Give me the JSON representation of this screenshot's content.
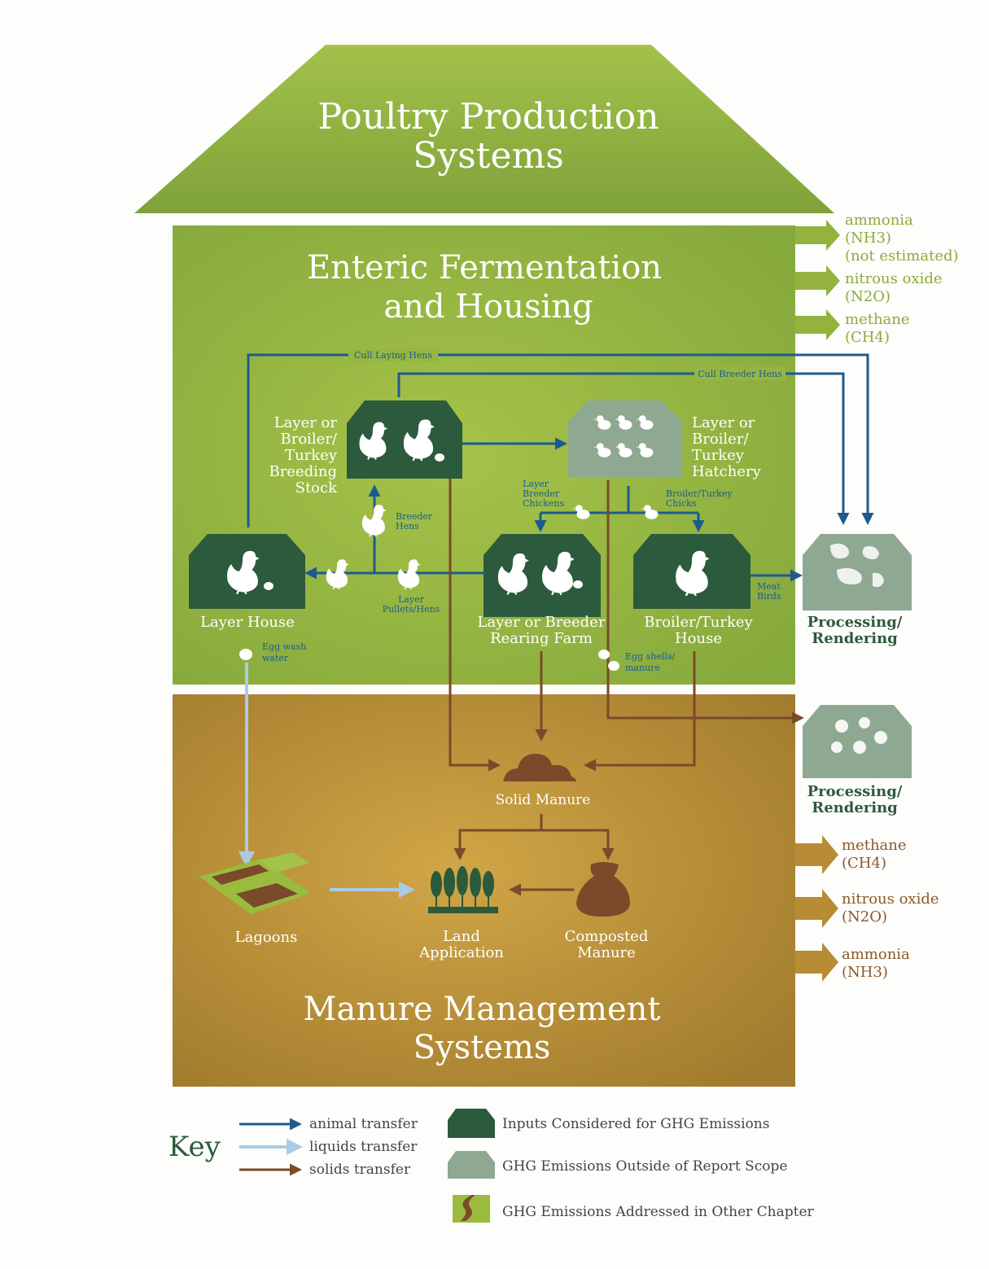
{
  "roof": {
    "title_line1": "Poultry Production",
    "title_line2": "Systems"
  },
  "housing": {
    "title_line1": "Enteric Fermentation",
    "title_line2": "and Housing"
  },
  "manure": {
    "title_line1": "Manure Management",
    "title_line2": "Systems"
  },
  "emissions_top": {
    "ammonia": "ammonia",
    "ammonia_formula": "(NH3)",
    "ammonia_note": "(not estimated)",
    "nitrous": "nitrous oxide",
    "nitrous_formula": "(N2O)",
    "methane": "methane",
    "methane_formula": "(CH4)"
  },
  "emissions_bottom": {
    "methane": "methane",
    "methane_formula": "(CH4)",
    "nitrous": "nitrous oxide",
    "nitrous_formula": "(N2O)",
    "ammonia": "ammonia",
    "ammonia_formula": "(NH3)"
  },
  "nodes": {
    "breeding_stock": [
      "Layer or",
      "Broiler/",
      "Turkey",
      "Breeding",
      "Stock"
    ],
    "hatchery": [
      "Layer or",
      "Broiler/",
      "Turkey",
      "Hatchery"
    ],
    "layer_house": "Layer House",
    "rearing_farm": [
      "Layer or Breeder",
      "Rearing Farm"
    ],
    "broiler_house": [
      "Broiler/Turkey",
      "House"
    ],
    "processing_top": [
      "Processing/",
      "Rendering"
    ],
    "processing_bottom": [
      "Processing/",
      "Rendering"
    ],
    "solid_manure": "Solid Manure",
    "lagoons": "Lagoons",
    "land_application": [
      "Land",
      "Application"
    ],
    "composted_manure": [
      "Composted",
      "Manure"
    ]
  },
  "flows": {
    "cull_laying_hens": "Cull Laying Hens",
    "cull_breeder_hens": "Cull Breeder Hens",
    "breeder_hens": [
      "Breeder",
      "Hens"
    ],
    "layer_breeder_chickens": [
      "Layer",
      "Breeder",
      "Chickens"
    ],
    "broiler_turkey_chicks": [
      "Broiler/Turkey",
      "Chicks"
    ],
    "layer_pullets_hens": [
      "Layer",
      "Pullets/Hens"
    ],
    "meat_birds": [
      "Meat",
      "Birds"
    ],
    "egg_wash_water": [
      "Egg wash",
      "water"
    ],
    "egg_shells_manure": [
      "Egg shells/",
      "manure"
    ]
  },
  "key": {
    "title": "Key",
    "animal": "animal transfer",
    "liquids": "liquids transfer",
    "solids": "solids transfer",
    "inputs": "Inputs Considered for GHG Emissions",
    "outside": "GHG Emissions Outside of Report Scope",
    "other": "GHG Emissions Addressed in Other Chapter"
  },
  "colors": {
    "animal": "#1d5b8f",
    "liquids": "#a9cbe3",
    "solids": "#7a4a2a",
    "house_dark": "#2c5a3c",
    "house_grey": "#8fa892",
    "green_top": "#9bbb3f",
    "brown_bottom": "#b78c35"
  }
}
